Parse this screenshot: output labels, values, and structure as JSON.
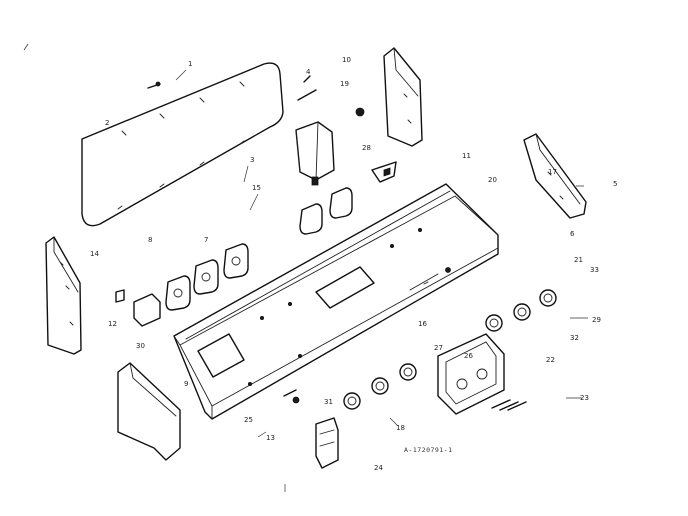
{
  "labels": [
    {
      "id": "l1",
      "text": "1"
    },
    {
      "id": "l2",
      "text": "2"
    },
    {
      "id": "l3",
      "text": "3"
    },
    {
      "id": "l4",
      "text": "4"
    },
    {
      "id": "l5",
      "text": "5"
    },
    {
      "id": "l6",
      "text": "6"
    },
    {
      "id": "l7",
      "text": "7"
    },
    {
      "id": "l8",
      "text": "8"
    },
    {
      "id": "l9",
      "text": "9"
    },
    {
      "id": "l10",
      "text": "10"
    },
    {
      "id": "l11",
      "text": "11"
    },
    {
      "id": "l12",
      "text": "12"
    },
    {
      "id": "l13",
      "text": "13"
    },
    {
      "id": "l14",
      "text": "14"
    },
    {
      "id": "l15",
      "text": "15"
    },
    {
      "id": "l16",
      "text": "16"
    },
    {
      "id": "l17",
      "text": "17"
    },
    {
      "id": "l18",
      "text": "18"
    },
    {
      "id": "l19",
      "text": "19"
    },
    {
      "id": "l20",
      "text": "20"
    },
    {
      "id": "l21",
      "text": "21"
    },
    {
      "id": "l22",
      "text": "22"
    },
    {
      "id": "l23",
      "text": "23"
    },
    {
      "id": "l24",
      "text": "24"
    },
    {
      "id": "l25",
      "text": "25"
    },
    {
      "id": "l26",
      "text": "26"
    },
    {
      "id": "l27",
      "text": "27"
    },
    {
      "id": "l28",
      "text": "28"
    },
    {
      "id": "l29",
      "text": "29"
    },
    {
      "id": "l30",
      "text": "30"
    },
    {
      "id": "l31",
      "text": "31"
    },
    {
      "id": "l32",
      "text": "32"
    },
    {
      "id": "l33",
      "text": "33"
    }
  ],
  "drawing_code": "A-1720791-1"
}
